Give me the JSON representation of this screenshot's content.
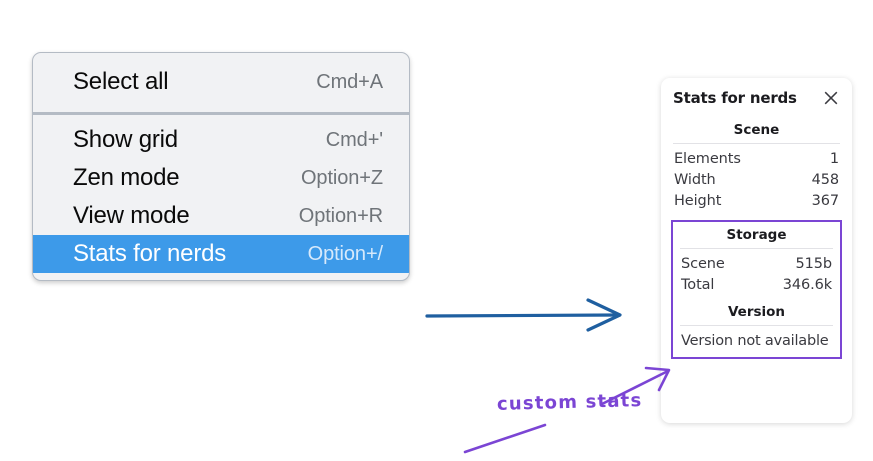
{
  "context_menu": {
    "groups": [
      {
        "items": [
          {
            "label": "Select all",
            "shortcut": "Cmd+A",
            "selected": false
          }
        ]
      },
      {
        "items": [
          {
            "label": "Show grid",
            "shortcut": "Cmd+'",
            "selected": false
          },
          {
            "label": "Zen mode",
            "shortcut": "Option+Z",
            "selected": false
          },
          {
            "label": "View mode",
            "shortcut": "Option+R",
            "selected": false
          },
          {
            "label": "Stats for nerds",
            "shortcut": "Option+/",
            "selected": true
          }
        ]
      }
    ],
    "highlight_color": "#3d9ae9"
  },
  "stats_panel": {
    "title": "Stats for nerds",
    "close_icon": "close-icon",
    "scene": {
      "heading": "Scene",
      "rows": [
        {
          "key": "Elements",
          "value": "1"
        },
        {
          "key": "Width",
          "value": "458"
        },
        {
          "key": "Height",
          "value": "367"
        }
      ]
    },
    "storage": {
      "heading": "Storage",
      "rows": [
        {
          "key": "Scene",
          "value": "515b"
        },
        {
          "key": "Total",
          "value": "346.6k"
        }
      ]
    },
    "version": {
      "heading": "Version",
      "text": "Version not available"
    },
    "highlight_box_color": "#7b45d4"
  },
  "annotations": {
    "arrow_menu_to_panel_color": "#1f5fa0",
    "custom_stats_label": "custom stats",
    "custom_stats_color": "#7b45d4"
  }
}
